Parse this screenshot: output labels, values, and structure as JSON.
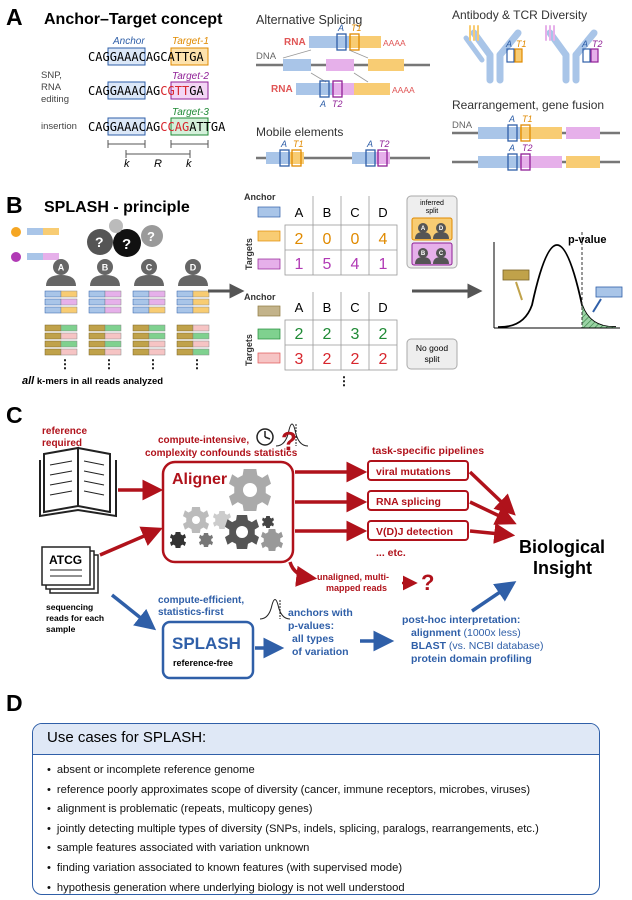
{
  "panel_a": {
    "letter": "A",
    "title": "Anchor–Target concept",
    "anchor_label": "Anchor",
    "target1_label": "Target-1",
    "target2_label": "Target-2",
    "target3_label": "Target-3",
    "seq1": [
      "CAG",
      "GAAA",
      "CAG",
      "CATT",
      "GA"
    ],
    "seq2": [
      "CAG",
      "GAAA",
      "CAG",
      "CGTT",
      "GA"
    ],
    "seq3": [
      "CAG",
      "GAAA",
      "CAG",
      "CCAG",
      "ATTGA"
    ],
    "row2_label": [
      "SNP,",
      "RNA",
      "editing"
    ],
    "row3_label": "insertion",
    "k": "k",
    "R": "R",
    "alt_splicing_title": "Alternative Splicing",
    "rna": "RNA",
    "dna": "DNA",
    "polya": "AAAA",
    "A": "A",
    "T1": "T1",
    "T2": "T2",
    "antibody_title": "Antibody & TCR Diversity",
    "rearrangement_title": "Rearrangement, gene fusion",
    "mobile_title": "Mobile elements"
  },
  "panel_b": {
    "letter": "B",
    "title": "SPLASH - principle",
    "samples": [
      "A",
      "B",
      "C",
      "D"
    ],
    "caption_bold": "all",
    "caption_rest": " k-mers in all reads analyzed",
    "anchor": "Anchor",
    "targets": "Targets",
    "table1": {
      "cols": [
        "A",
        "B",
        "C",
        "D"
      ],
      "row1": [
        "2",
        "0",
        "0",
        "4"
      ],
      "row2": [
        "1",
        "5",
        "4",
        "1"
      ]
    },
    "table2": {
      "cols": [
        "A",
        "B",
        "C",
        "D"
      ],
      "row1": [
        "2",
        "2",
        "3",
        "2"
      ],
      "row2": [
        "3",
        "2",
        "2",
        "2"
      ]
    },
    "inferred_split": [
      "inferred",
      "split"
    ],
    "split_pairs": [
      [
        "A",
        "D"
      ],
      [
        "B",
        "C"
      ]
    ],
    "no_good_split": [
      "No good",
      "split"
    ],
    "pvalue": "p-value"
  },
  "panel_c": {
    "letter": "C",
    "reference_required": [
      "reference",
      "required"
    ],
    "compute_intensive": [
      "compute-intensive,",
      "complexity confounds statistics"
    ],
    "aligner": "Aligner",
    "atcg": "ATCG",
    "seq_reads": [
      "sequencing",
      "reads for each",
      "sample"
    ],
    "task_specific": "task-specific pipelines",
    "pipelines": [
      "viral mutations",
      "RNA splicing",
      "V(D)J detection"
    ],
    "etc": "... etc.",
    "unaligned": [
      "unaligned, multi-",
      "mapped reads"
    ],
    "biological_insight": [
      "Biological",
      "Insight"
    ],
    "compute_efficient": [
      "compute-efficient,",
      "statistics-first"
    ],
    "splash": "SPLASH",
    "reference_free": "reference-free",
    "anchors_with": [
      "anchors with",
      "p-values:",
      "all types",
      "of variation"
    ],
    "posthoc_title": "post-hoc interpretation:",
    "posthoc_1_bold": "alignment",
    "posthoc_1_rest": " (1000x less)",
    "posthoc_2_bold": "BLAST",
    "posthoc_2_rest": " (vs. NCBI database)",
    "posthoc_3": "protein domain profiling"
  },
  "panel_d": {
    "letter": "D",
    "title": "Use cases for SPLASH:",
    "items": [
      "absent or incomplete reference genome",
      "reference poorly approximates scope of diversity (cancer, immune receptors, microbes, viruses)",
      "alignment is problematic (repeats, multicopy genes)",
      "jointly detecting multiple types of diversity (SNPs, indels, splicing, paralogs, rearrangements, etc.)",
      "sample features associated with variation unknown",
      "finding variation associated to known features (with supervised mode)",
      "hypothesis generation where underlying biology is not well understood"
    ]
  },
  "colors": {
    "anchor": "#a9c5e8",
    "target1": "#f5a623",
    "target2": "#b13ab5",
    "target3": "#2fa84a",
    "red": "#b0121b",
    "blue": "#2f5fa8",
    "gray": "#777777",
    "exon_orange": "#f8cc73",
    "exon_pink": "#e6b0ea"
  }
}
